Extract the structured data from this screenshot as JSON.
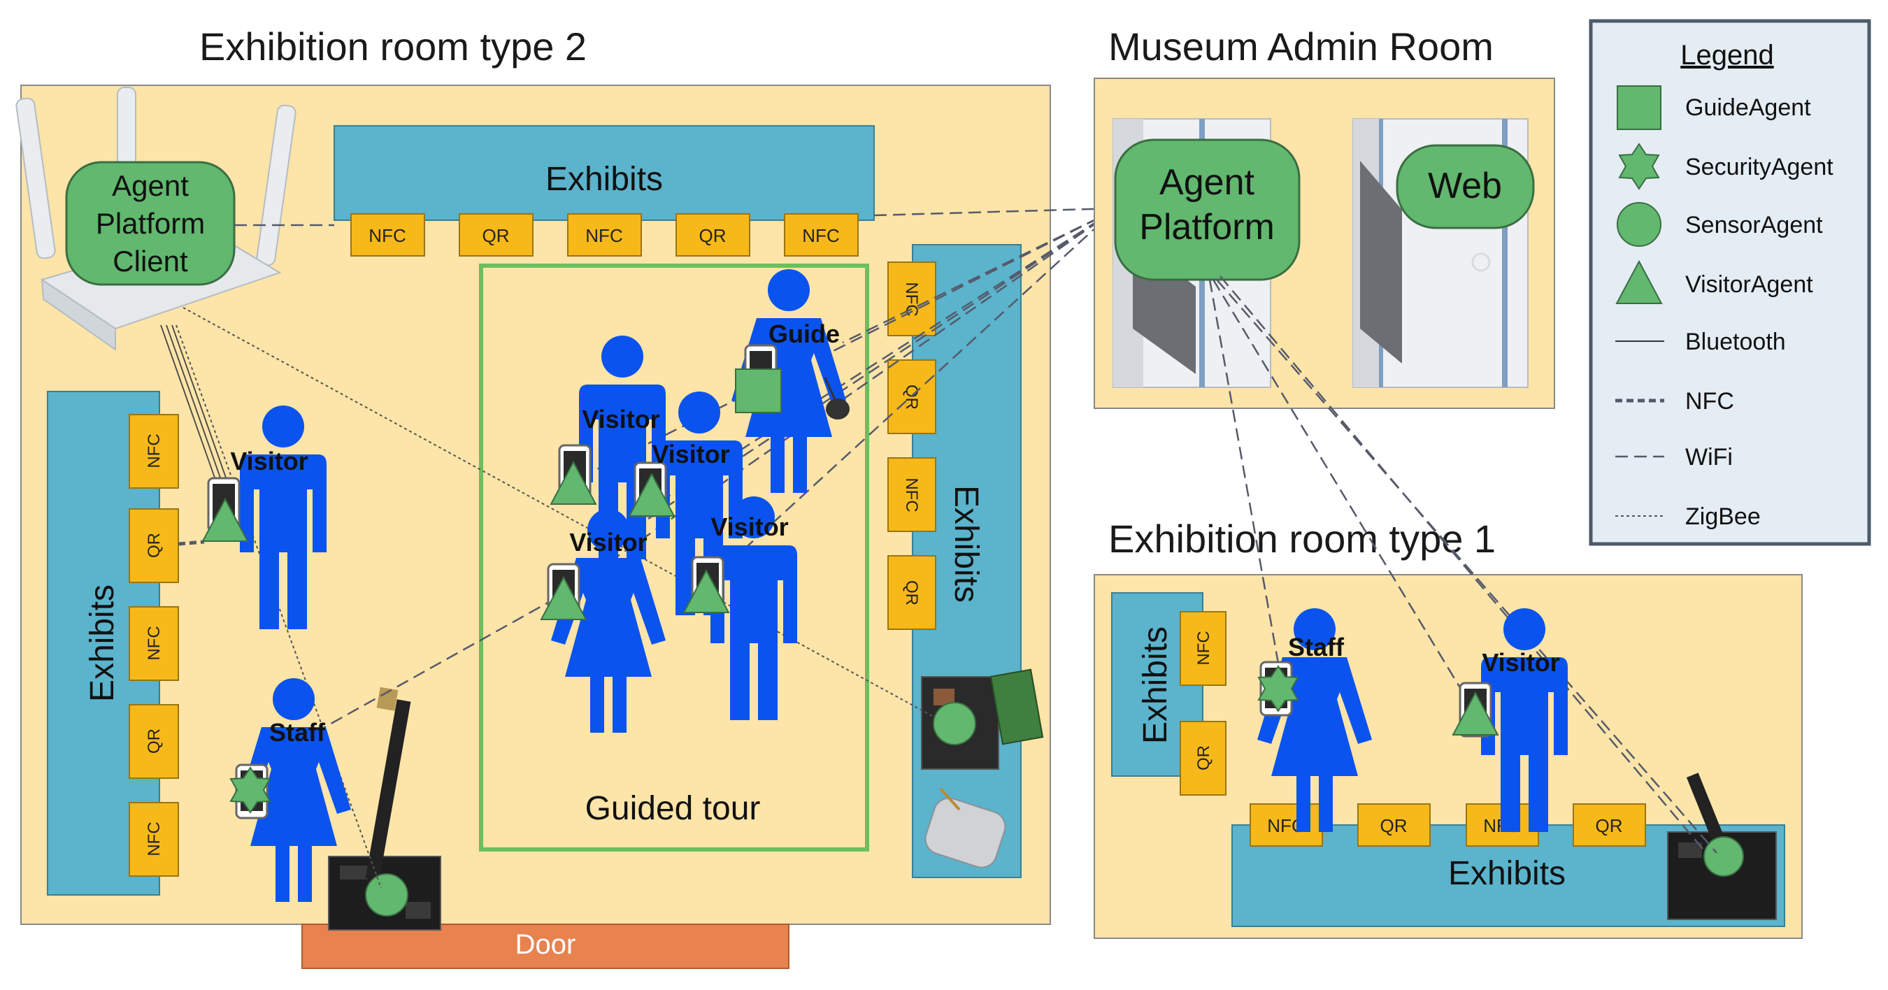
{
  "titles": {
    "room2": "Exhibition room type 2",
    "admin": "Museum Admin Room",
    "room1": "Exhibition room type 1"
  },
  "room2": {
    "exhibits_top": "Exhibits",
    "top_tags": [
      "NFC",
      "QR",
      "NFC",
      "QR",
      "NFC"
    ],
    "exhibits_left": "Exhibits",
    "left_tags": [
      "NFC",
      "QR",
      "NFC",
      "QR",
      "NFC"
    ],
    "exhibits_right": "Exhibits",
    "right_tags": [
      "NFC",
      "QR",
      "NFC",
      "QR"
    ],
    "client_label": [
      "Agent",
      "Platform",
      "Client"
    ],
    "guided_tour": "Guided tour",
    "door": "Door",
    "people": {
      "visitor_left": "Visitor",
      "staff": "Staff",
      "guide": "Guide",
      "visitor_a": "Visitor",
      "visitor_b": "Visitor",
      "visitor_c": "Visitor",
      "visitor_d": "Visitor"
    }
  },
  "admin": {
    "platform_label": [
      "Agent",
      "Platform"
    ],
    "web_label": "Web"
  },
  "room1": {
    "exhibits_left": "Exhibits",
    "left_tags": [
      "NFC",
      "QR"
    ],
    "exhibits_bottom": "Exhibits",
    "bottom_tags": [
      "NFC",
      "QR",
      "NFC",
      "QR"
    ],
    "people": {
      "staff": "Staff",
      "visitor": "Visitor"
    }
  },
  "legend": {
    "title": "Legend",
    "items": [
      "GuideAgent",
      "SecurityAgent",
      "SensorAgent",
      "VisitorAgent",
      "Bluetooth",
      "NFC",
      "WiFi",
      "ZigBee"
    ]
  },
  "colors": {
    "room_fill": "#fde4a8",
    "exhibit_fill": "#5bb3cc",
    "tag_fill": "#f7b919",
    "agent_green": "#61b86e",
    "person_blue": "#0b53ee",
    "door_fill": "#e8824f",
    "legend_fill": "#e4ecf4",
    "tour_border": "#6bbf5e"
  }
}
